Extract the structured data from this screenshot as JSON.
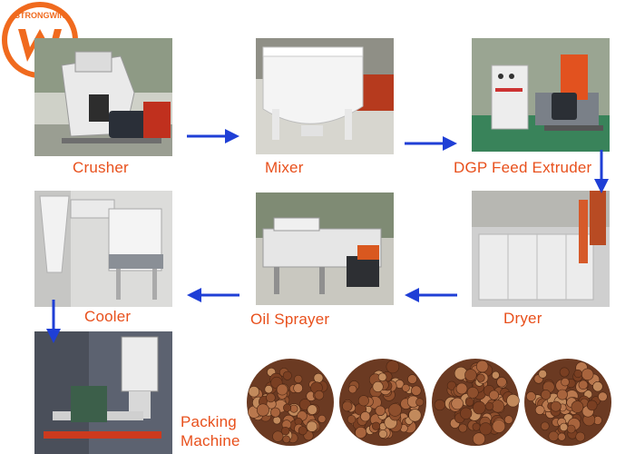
{
  "logo": {
    "brand_text": "STRONGWIN",
    "letter": "W"
  },
  "stages": [
    {
      "id": "crusher",
      "label": "Crusher"
    },
    {
      "id": "mixer",
      "label": "Mixer"
    },
    {
      "id": "extruder",
      "label": "DGP Feed Extruder"
    },
    {
      "id": "dryer",
      "label": "Dryer"
    },
    {
      "id": "oil-sprayer",
      "label": "Oil Sprayer"
    },
    {
      "id": "cooler",
      "label": "Cooler"
    },
    {
      "id": "packing",
      "label_line1": "Packing",
      "label_line2": "Machine"
    }
  ],
  "colors": {
    "label": "#e8501c",
    "arrow": "#1f3fd6",
    "logo_orange": "#f06a1e",
    "pellet": "#8a4a2a"
  },
  "pellet_samples": 4
}
